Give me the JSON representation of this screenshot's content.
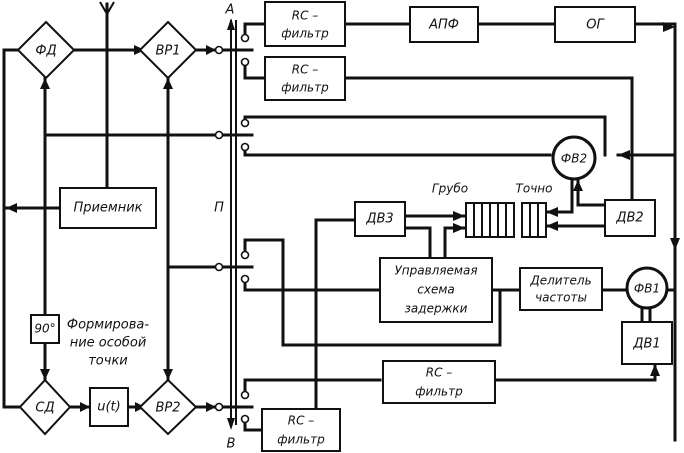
{
  "diagram": {
    "phase_detector": "ФД",
    "switch_1": "ВР1",
    "switch_2": "ВР2",
    "sync_detector": "СД",
    "receiver": "Приемник",
    "phase_shifter": "90°",
    "function_block": "u(t)",
    "note_lines": [
      "Формирова-",
      "ние особой",
      "точки"
    ],
    "bus_label_top": "A",
    "bus_label_bottom": "B",
    "bus_label_mid": "П",
    "rc_filter_1": [
      "RC –",
      "фильтр"
    ],
    "rc_filter_2": [
      "RC –",
      "фильтр"
    ],
    "rc_filter_3": [
      "RC –",
      "фильтр"
    ],
    "rc_filter_4": [
      "RC –",
      "фильтр"
    ],
    "apf": "АПФ",
    "reference_generator": "ОГ",
    "phase_inverter_2": "ФВ2",
    "phase_inverter_1": "ФВ1",
    "motor_3": "ДВ3",
    "motor_2": "ДВ2",
    "motor_1": "ДВ1",
    "coarse_label": "Грубо",
    "fine_label": "Точно",
    "delay_circuit": [
      "Управляемая",
      "схема",
      "задержки"
    ],
    "freq_divider": [
      "Делитель",
      "частоты"
    ]
  }
}
